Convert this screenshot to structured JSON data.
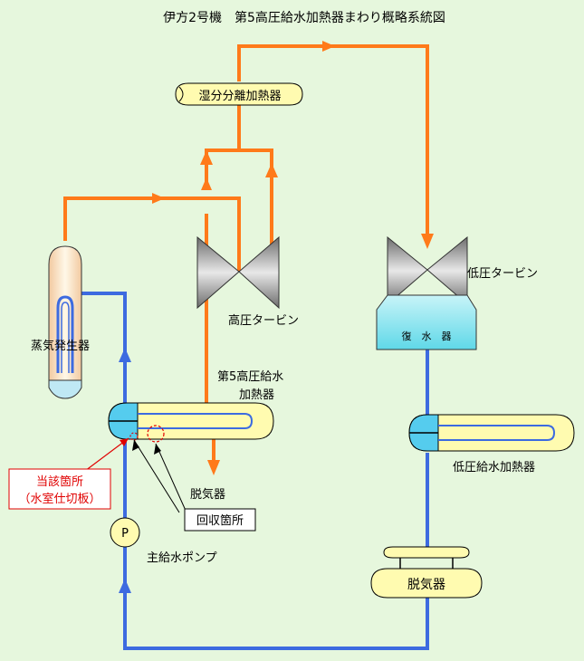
{
  "title": "伊方2号機　第5高圧給水加熱器まわり概略系統図",
  "labels": {
    "moisture_separator": "湿分分離加熱器",
    "hp_turbine": "高圧タービン",
    "lp_turbine": "低圧タービン",
    "condenser": "復　水　器",
    "steam_generator": "蒸気発生器",
    "hp_heater_line1": "第5高圧給水",
    "hp_heater_line2": "加熱器",
    "lp_heater": "低圧給水加熱器",
    "deaerator_outlet": "脱気器",
    "deaerator_tank": "脱気器",
    "recovery_point": "回収箇所",
    "pump_letter": "P",
    "main_pump": "主給水ポンプ",
    "location_line1": "当該箇所",
    "location_line2": "（水室仕切板）"
  },
  "colors": {
    "background": "#e6f7dd",
    "steam_line": "#ff7a1a",
    "water_line": "#3d6be0",
    "vessel_fill": "#fffbb0",
    "water_fill": "#55ccee",
    "callout": "#e00000"
  }
}
